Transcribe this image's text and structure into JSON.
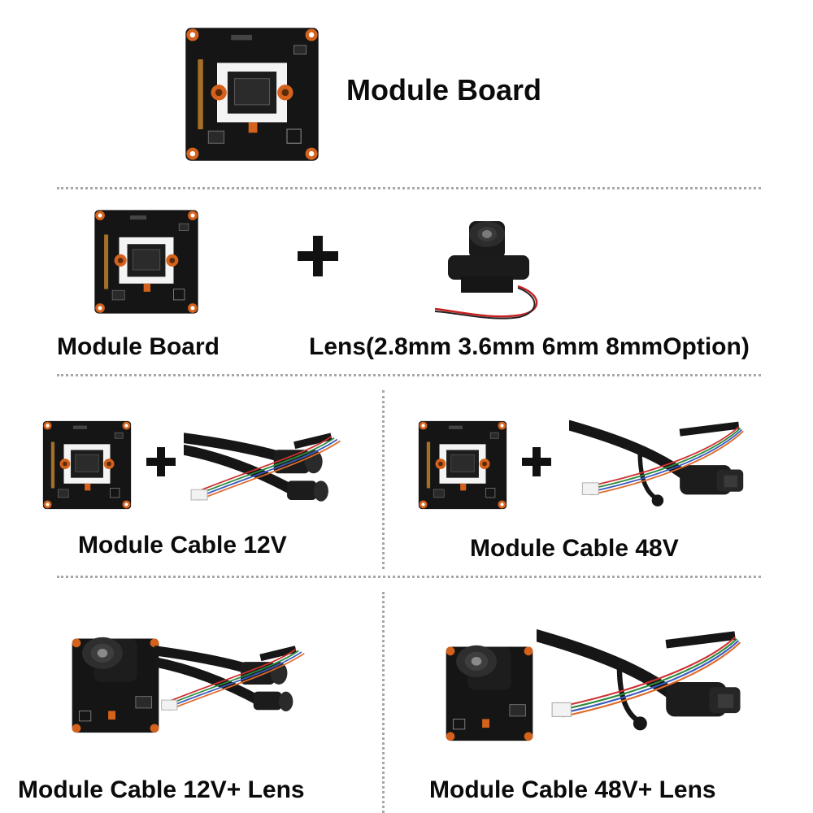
{
  "sections": {
    "top": {
      "label": "Module Board"
    },
    "board_plus_lens": {
      "board_label": "Module Board",
      "lens_label": "Lens(2.8mm 3.6mm 6mm 8mmOption)"
    },
    "cable_12v": {
      "label": "Module Cable 12V"
    },
    "cable_48v": {
      "label": "Module Cable 48V"
    },
    "cable_12v_lens": {
      "label": "Module Cable 12V+ Lens"
    },
    "cable_48v_lens": {
      "label": "Module Cable 48V+ Lens"
    }
  },
  "colors": {
    "pcb": "#151515",
    "pad": "#d4621c",
    "divider": "#a7a7a7",
    "cable": "#161616"
  },
  "icons": [
    "plus-icon",
    "module-board-image",
    "lens-image",
    "cable-image"
  ]
}
